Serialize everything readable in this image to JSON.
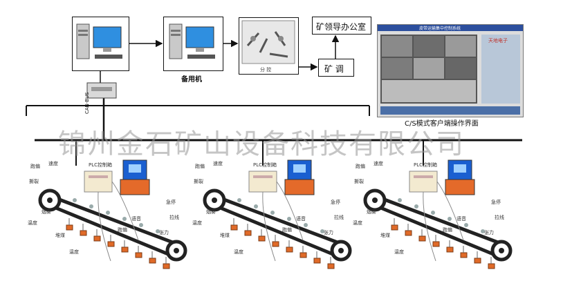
{
  "top": {
    "backup_label": "备用机",
    "office_label": "矿领导办公室",
    "dispatch_label": "矿 调",
    "display_label": "分 控",
    "client_caption": "C/S模式客户端操作界面",
    "client_title": "皮带运输集中控制系统",
    "client_panel_brand": "天地电子",
    "bus_label": "CAN-BUS"
  },
  "watermark": "锦州金石矿山设备科技有限公司",
  "units": [
    {
      "plc_label": "PLC控制箱",
      "labels": [
        "跑偏",
        "速度",
        "撕裂",
        "烟雾",
        "温度",
        "堆煤",
        "急停",
        "拉线",
        "张力",
        "语音",
        "跑偏",
        "温度"
      ]
    },
    {
      "plc_label": "PLC控制箱",
      "labels": [
        "跑偏",
        "速度",
        "撕裂",
        "烟雾",
        "温度",
        "堆煤",
        "急停",
        "拉线",
        "张力",
        "语音",
        "跑偏",
        "温度"
      ]
    },
    {
      "plc_label": "PLC控制箱",
      "labels": [
        "跑偏",
        "速度",
        "撕裂",
        "烟雾",
        "温度",
        "堆煤",
        "急停",
        "拉线",
        "张力",
        "语音",
        "跑偏",
        "温度"
      ]
    }
  ],
  "colors": {
    "line": "#111111",
    "cabinet_blue": "#1a5fd0",
    "cabinet_orange": "#e46a2a",
    "belt": "#222222",
    "bead": "#e06a28"
  }
}
